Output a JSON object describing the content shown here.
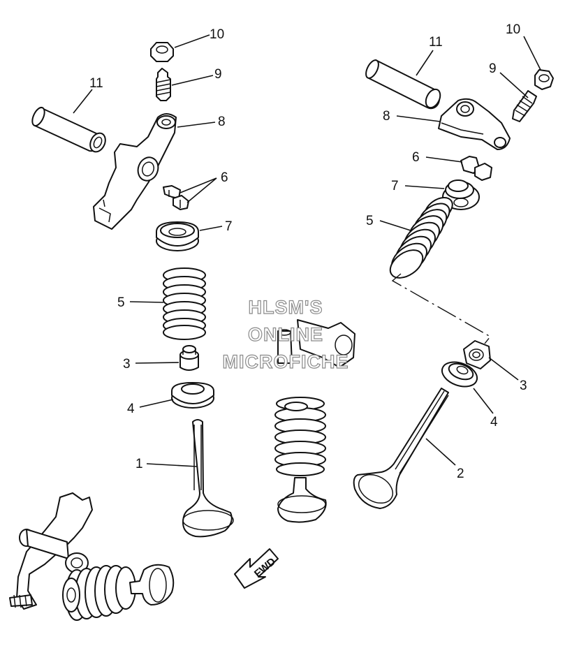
{
  "watermark": {
    "line1": "HLSM'S",
    "line2": "ONLINE",
    "line3": "MICROFICHE"
  },
  "fwd_label": "FWD",
  "callouts": {
    "left_10": "10",
    "left_9": "9",
    "left_11": "11",
    "left_8": "8",
    "left_6": "6",
    "left_7": "7",
    "left_5": "5",
    "left_3": "3",
    "left_4": "4",
    "left_1": "1",
    "right_11": "11",
    "right_10": "10",
    "right_9": "9",
    "right_8": "8",
    "right_6": "6",
    "right_7": "7",
    "right_5": "5",
    "right_3": "3",
    "right_4": "4",
    "right_2": "2"
  }
}
